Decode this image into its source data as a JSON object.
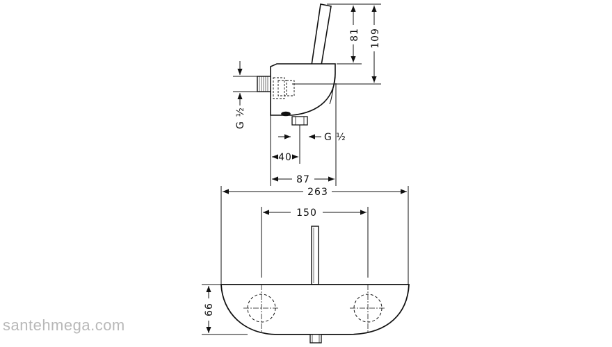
{
  "drawing": {
    "subject": "Wall-mounted thermostatic bath mixer technical drawing",
    "side_view": {
      "dimensions": {
        "lever_height": "81",
        "total_height": "109",
        "inlet_thread": "G ½",
        "outlet_thread": "G ½",
        "outlet_offset": "40",
        "depth": "87"
      }
    },
    "front_view": {
      "dimensions": {
        "total_width": "263",
        "inlet_spacing": "150",
        "body_height": "66"
      }
    },
    "colors": {
      "line": "#111111",
      "background": "#ffffff",
      "watermark": "#b8b8b8"
    }
  },
  "watermark": {
    "text": "santehmega.com"
  }
}
